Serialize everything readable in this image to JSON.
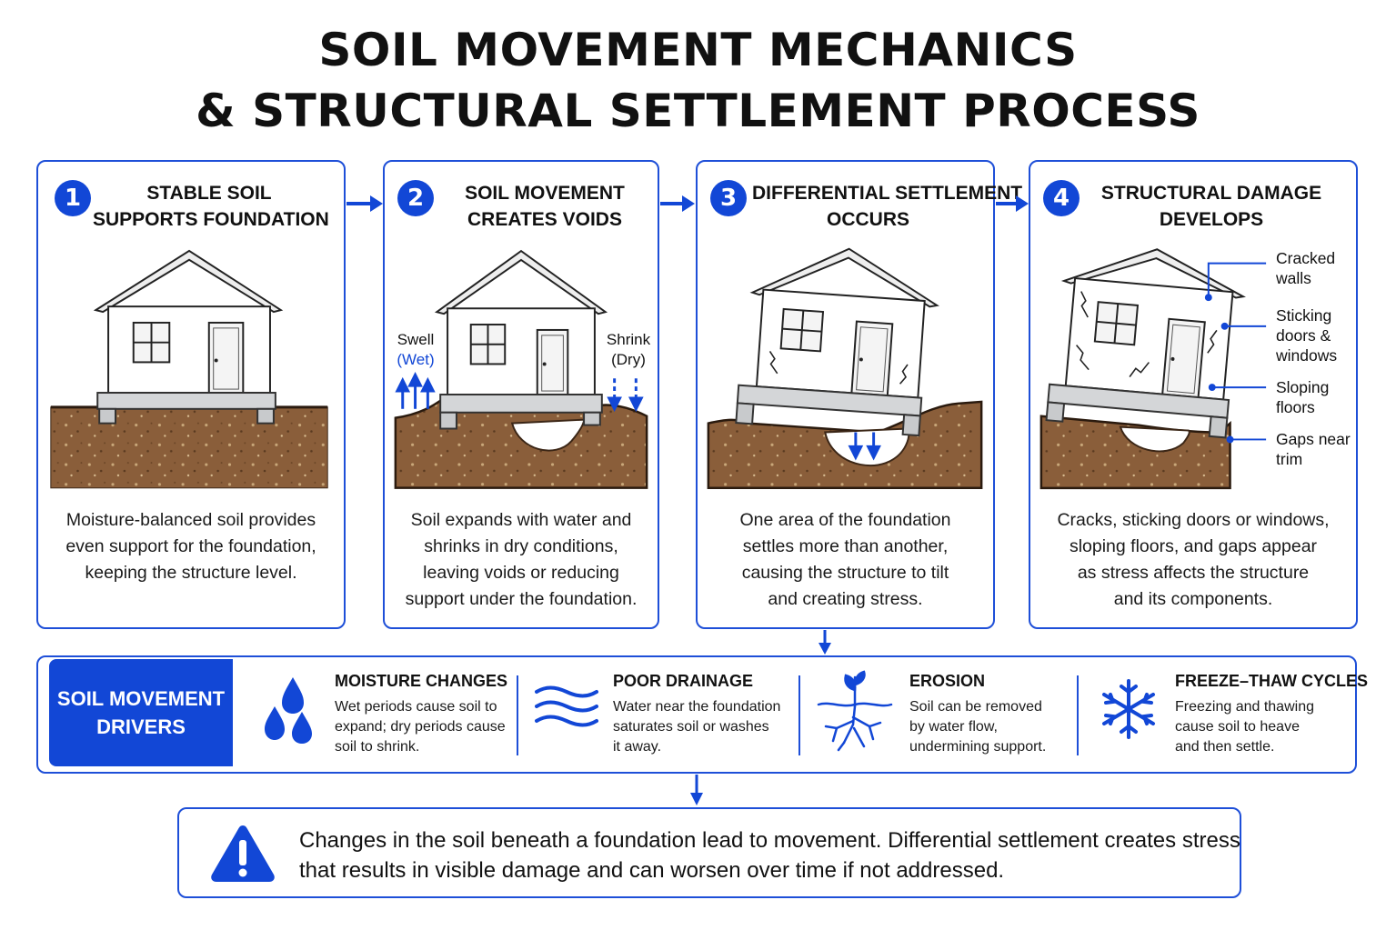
{
  "title": {
    "line1": "SOIL MOVEMENT MECHANICS",
    "line2": "& STRUCTURAL SETTLEMENT PROCESS"
  },
  "steps": [
    {
      "number": "1",
      "title_lines": [
        "STABLE SOIL",
        "SUPPORTS FOUNDATION"
      ],
      "description_lines": [
        "Moisture-balanced soil provides",
        "even support for the foundation,",
        "keeping the structure level."
      ]
    },
    {
      "number": "2",
      "title_lines": [
        "SOIL MOVEMENT",
        "CREATES VOIDS"
      ],
      "description_lines": [
        "Soil expands with water and",
        "shrinks in dry conditions,",
        "leaving voids or reducing",
        "support under the foundation."
      ],
      "labels": {
        "swell": "Swell",
        "wet": "(Wet)",
        "shrink": "Shrink",
        "dry": "(Dry)"
      }
    },
    {
      "number": "3",
      "title_lines": [
        "DIFFERENTIAL SETTLEMENT",
        "OCCURS"
      ],
      "description_lines": [
        "One area of the foundation",
        "settles more than another,",
        "causing the structure to tilt",
        "and creating stress."
      ]
    },
    {
      "number": "4",
      "title_lines": [
        "STRUCTURAL DAMAGE",
        "DEVELOPS"
      ],
      "description_lines": [
        "Cracks, sticking doors or windows,",
        "sloping floors, and gaps appear",
        "as stress affects the structure",
        "and its components."
      ],
      "callouts": [
        {
          "lines": [
            "Cracked",
            "walls"
          ]
        },
        {
          "lines": [
            "Sticking",
            "doors &",
            "windows"
          ]
        },
        {
          "lines": [
            "Sloping",
            "floors"
          ]
        },
        {
          "lines": [
            "Gaps near",
            "trim"
          ]
        }
      ]
    }
  ],
  "drivers": {
    "heading_lines": [
      "SOIL MOVEMENT",
      "DRIVERS"
    ],
    "items": [
      {
        "icon": "water-drops-icon",
        "title": "MOISTURE CHANGES",
        "description_lines": [
          "Wet periods cause soil to",
          "expand; dry periods cause",
          "soil to shrink."
        ]
      },
      {
        "icon": "water-waves-icon",
        "title": "POOR DRAINAGE",
        "description_lines": [
          "Water near the foundation",
          "saturates soil or washes",
          "it away."
        ]
      },
      {
        "icon": "plant-roots-icon",
        "title": "EROSION",
        "description_lines": [
          "Soil can be removed",
          "by water flow,",
          "undermining support."
        ]
      },
      {
        "icon": "snowflake-icon",
        "title": "FREEZE–THAW CYCLES",
        "description_lines": [
          "Freezing and thawing",
          "cause soil to heave",
          "and then settle."
        ]
      }
    ]
  },
  "summary": {
    "icon": "warning-icon",
    "lines": [
      "Changes in the soil beneath a foundation lead to movement. Differential settlement creates stress",
      "that results in visible damage and can worsen over time if not addressed."
    ]
  },
  "colors": {
    "accent": "#1247d6",
    "border": "#1e4fd8",
    "soil": "#8a5e3a",
    "soil_dark": "#5a3a20",
    "foundation": "#d4d6d8"
  }
}
